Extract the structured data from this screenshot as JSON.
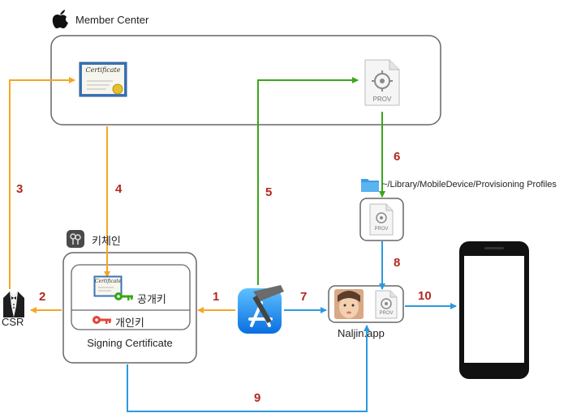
{
  "member_center": {
    "title": "Member Center"
  },
  "keychain": {
    "title": "키체인",
    "public_key": "공개키",
    "private_key": "개인키",
    "caption": "Signing Certificate"
  },
  "certificate": {
    "script_text": "Certificate"
  },
  "csr": {
    "label": "CSR"
  },
  "provisioning": {
    "path": "~/Library/MobileDevice/Provisioning Profiles",
    "badge": "PROV"
  },
  "app": {
    "label": "Naljin.app"
  },
  "steps": [
    "1",
    "2",
    "3",
    "4",
    "5",
    "6",
    "7",
    "8",
    "9",
    "10"
  ],
  "colors": {
    "orange": "#f5a623",
    "green": "#3aa619",
    "blue": "#2b9ae0",
    "step_red": "#b3281e",
    "frame": "#666666"
  },
  "icons": [
    "apple-logo-icon",
    "certificate-icon",
    "provisioning-profile-icon",
    "folder-icon",
    "keychain-icon",
    "key-icon",
    "tuxedo-icon",
    "xcode-icon",
    "face-photo-icon",
    "phone-icon"
  ]
}
